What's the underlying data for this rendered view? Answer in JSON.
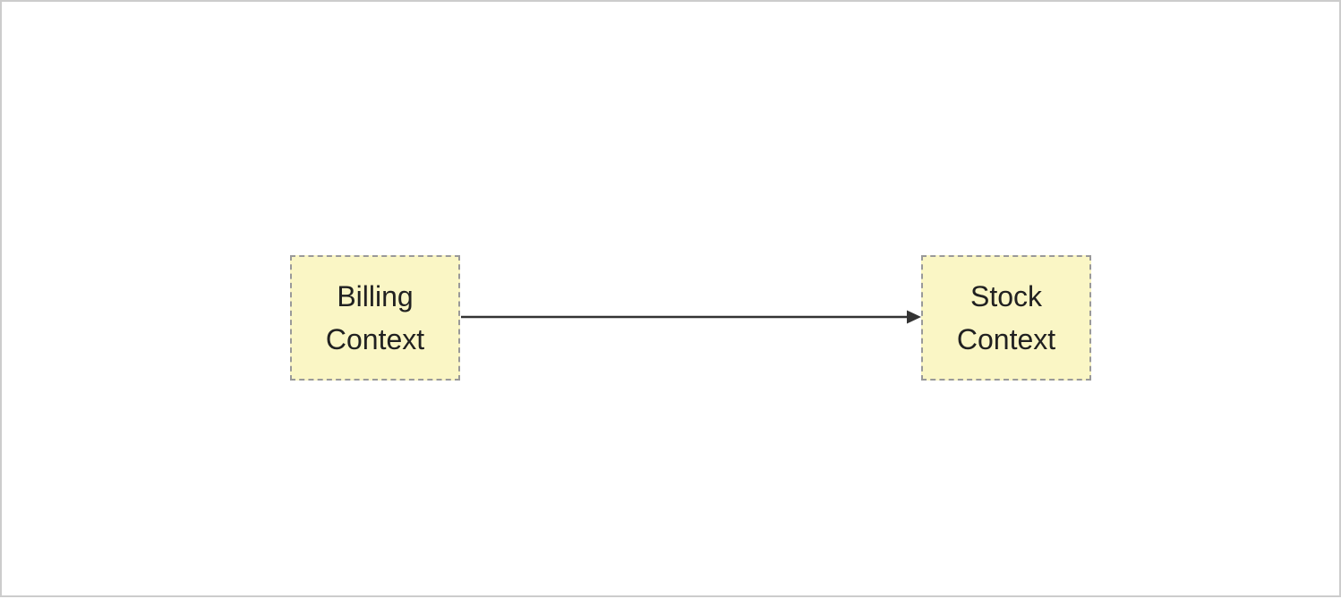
{
  "diagram": {
    "type": "flowchart",
    "nodes": [
      {
        "id": "billing-context",
        "label": "Billing\nContext"
      },
      {
        "id": "stock-context",
        "label": "Stock\nContext"
      }
    ],
    "edges": [
      {
        "from": "billing-context",
        "to": "stock-context",
        "style": "solid",
        "arrowhead": "filled-triangle",
        "direction": "left-to-right"
      }
    ]
  },
  "colors": {
    "node_fill": "#faf6c5",
    "node_border": "#999999",
    "node_text": "#212121",
    "edge": "#333333",
    "page_border": "#cccccc",
    "page_background": "#ffffff"
  }
}
